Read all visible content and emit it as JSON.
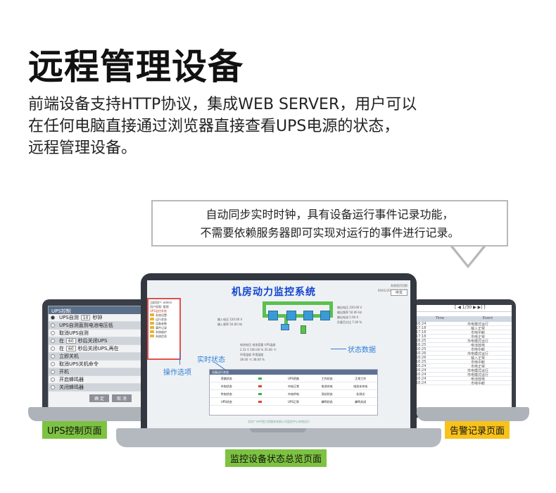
{
  "heading": "远程管理设备",
  "description": [
    "前端设备支持HTTP协议，集成WEB SERVER，用户可以",
    "在任何电脑直接通过浏览器直接查看UPS电源的状态，",
    "远程管理设备。"
  ],
  "callout": [
    "自动同步实时时钟，具有设备运行事件记录功能，",
    "不需要依赖服务器即可实现对运行的事件进行记录。"
  ],
  "main_screen": {
    "system_title": "机房动力监控系统",
    "top_right_lines": [
      "系统首页切换",
      "09/01/2018 10:24:35"
    ],
    "select_label": "中文",
    "menu_lines": [
      "当前用户: admin",
      "用户权限: 管理",
      "UPS监控系统",
      "系统设置",
      "运行状态",
      "设备参数",
      "事件记录",
      "系统维护",
      "系统信息"
    ],
    "readings_left": [
      "输入电压    220.00 V",
      "输入频率    50.00 Hz"
    ],
    "readings_right": [
      "输出电压    220.00 V",
      "输出频率    50.00 Hz",
      "输出电流    5.00 A",
      "负载百分比  7.00 %"
    ],
    "readings_middle": [
      "电池电压    电池容量    UPS温度",
      "2.31 V      100.00 %    35.00 ℃",
      "环境温度    环境湿度",
      "38.00 ℃     38.00 %"
    ],
    "status_header": "设备运行状态",
    "status_columns": [
      "",
      "",
      "",
      "",
      ""
    ],
    "status_rows": [
      [
        "旁路状态",
        "",
        "UPS旁路",
        "工作状态",
        "正常工作"
      ],
      [
        "市电状态",
        "",
        "市电正常",
        "电池充电",
        "电池未充电"
      ],
      [
        "供电状态",
        "",
        "市电供电",
        "测试状态",
        "非测试"
      ],
      [
        "UPS状态",
        "",
        "UPS正常",
        "蜂鸣状态",
        "蜂鸣关闭"
      ]
    ],
    "footer": "北京广州中国工程服务有限公司监控中心系统运行"
  },
  "annotations": {
    "operation": "操作选项",
    "realtime": "实时状态",
    "status_data": "状态数据"
  },
  "left_screen": {
    "header": "UPS控制",
    "rows": [
      {
        "label": "UPS自测",
        "box": "10",
        "suffix": "秒钟",
        "selected": true
      },
      {
        "label": "UPS自测直到电池电压低",
        "box": "",
        "suffix": "",
        "selected": false
      },
      {
        "label": "取消UPS自测",
        "box": "",
        "suffix": "",
        "selected": false
      },
      {
        "label": "在",
        "box": "60",
        "suffix": "秒后关闭UPS",
        "selected": false
      },
      {
        "label": "在",
        "box": "60",
        "suffix": "秒后关闭UPS,再在",
        "selected": false
      },
      {
        "label": "立即关机",
        "box": "",
        "suffix": "",
        "selected": false
      },
      {
        "label": "取消UPS关机命令",
        "box": "",
        "suffix": "",
        "selected": false
      },
      {
        "label": "开机",
        "box": "",
        "suffix": "",
        "selected": false
      },
      {
        "label": "开启蜂鸣器",
        "box": "",
        "suffix": "",
        "selected": false
      },
      {
        "label": "关闭蜂鸣器",
        "box": "",
        "suffix": "",
        "selected": false
      }
    ],
    "buttons": [
      "确 定",
      "取 消"
    ]
  },
  "right_screen": {
    "toolbar": "[ ◀ 1/30 ▶ ▶| ]",
    "columns": [
      "Time",
      "Event"
    ],
    "rows": [
      [
        "16:24",
        "市电模式运行"
      ],
      [
        "17:18",
        "输入正常"
      ],
      [
        "17:18",
        "市电中断"
      ],
      [
        "17:18",
        "市电正常"
      ],
      [
        "16:25",
        "市电模式运行"
      ],
      [
        "16:25",
        "电池放电"
      ],
      [
        "16:25",
        "市电中断"
      ],
      [
        "16:26",
        "市电模式运行"
      ],
      [
        "16:26",
        "输入正常"
      ],
      [
        "16:25",
        "市电中断"
      ],
      [
        "16:24",
        "市电正常"
      ],
      [
        "16:24",
        "市电模式运行"
      ],
      [
        "16:24",
        "市电模式运行"
      ],
      [
        "16:24",
        "电池放电"
      ],
      [
        "16:24",
        "市电中断"
      ]
    ]
  },
  "labels": {
    "ups_control": "UPS控制页面",
    "monitor_overview": "监控设备状态总览页面",
    "alarm_log": "告警记录页面"
  },
  "colors": {
    "system_title": "#1144cc",
    "annotation": "#2f7ed8",
    "tag_green": "#7dc241",
    "tag_yellow": "#f7c21b",
    "pipe": "#5bc04f"
  }
}
